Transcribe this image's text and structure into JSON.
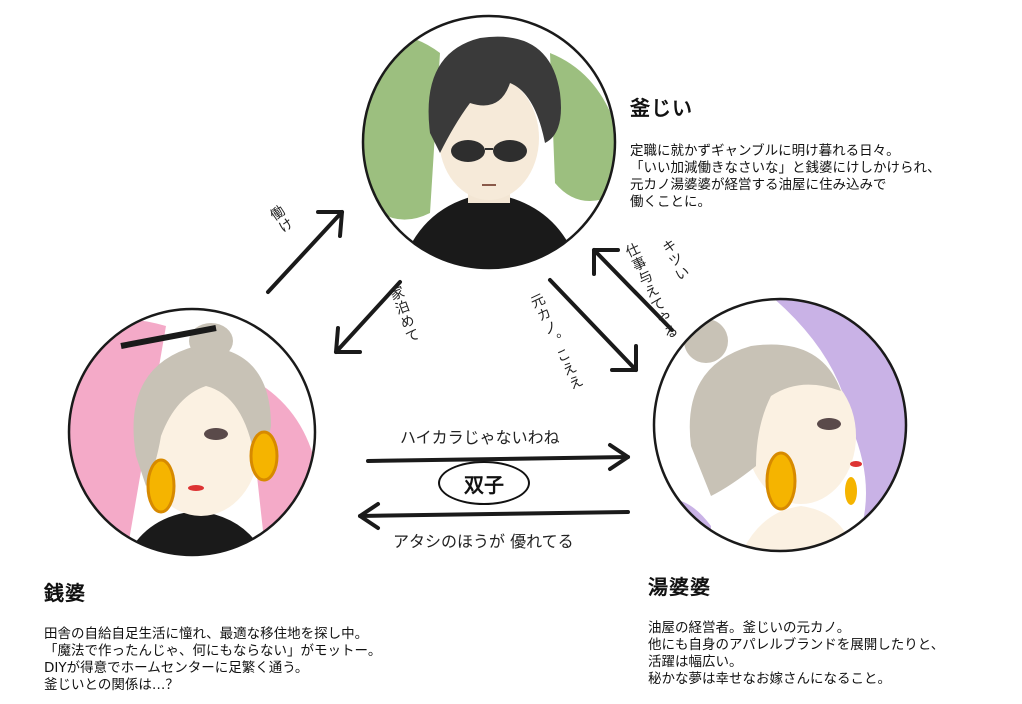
{
  "characters": {
    "kamajii": {
      "name": "釜じい",
      "desc": [
        "定職に就かずギャンブルに明け暮れる日々。",
        "「いい加減働きなさいな」と銭婆にけしかけられ、",
        "元カノ湯婆婆が経営する油屋に住み込みで",
        "働くことに。"
      ],
      "bg_color": "#9cbf7f"
    },
    "zeniba": {
      "name": "銭婆",
      "desc": [
        "田舎の自給自足生活に憧れ、最適な移住地を探し中。",
        "「魔法で作ったんじゃ、何にもならない」がモットー。",
        "DIYが得意でホームセンターに足繁く通う。",
        "釜じいとの関係は…？"
      ],
      "bg_color": "#f4aac8"
    },
    "yubaba": {
      "name": "湯婆婆",
      "desc": [
        "油屋の経営者。釜じいの元カノ。",
        "他にも自身のアパレルブランドを展開したりと、",
        "活躍は幅広い。",
        "秘かな夢は幸せなお嫁さんになること。"
      ],
      "bg_color": "#c9b2e6"
    }
  },
  "relations": {
    "zeniba_to_kamajii": "働け",
    "kamajii_to_zeniba": "家泊めて",
    "kamajii_to_yubaba": "元カノ。こええ",
    "yubaba_to_kamajii_1": "キツい",
    "yubaba_to_kamajii_2": "仕事与えてやる",
    "zeniba_to_yubaba": "ハイカラじゃないわね",
    "yubaba_to_zeniba": "アタシのほうが 優れてる",
    "twins": "双子"
  }
}
